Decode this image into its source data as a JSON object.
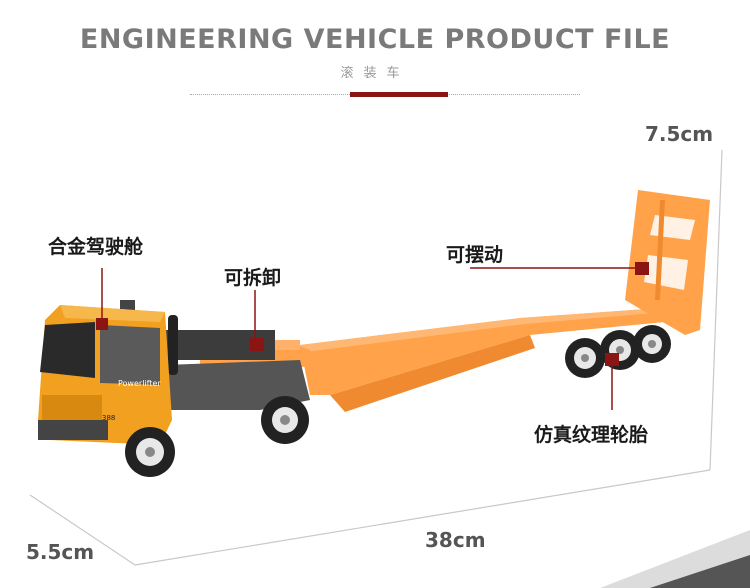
{
  "header": {
    "title": "ENGINEERING VEHICLE PRODUCT FILE",
    "subtitle": "滚装车"
  },
  "callouts": {
    "cab": "合金驾驶舱",
    "detachable": "可拆卸",
    "swingable": "可摆动",
    "tires": "仿真纹理轮胎"
  },
  "dimensions": {
    "height": "7.5cm",
    "length": "38cm",
    "width": "5.5cm"
  },
  "truck": {
    "door_text": "Powerlifter",
    "cab_number": "388"
  },
  "colors": {
    "accent": "#8b1512",
    "truck_orange": "#f2a020",
    "trailer_orange": "#ffa24a"
  }
}
